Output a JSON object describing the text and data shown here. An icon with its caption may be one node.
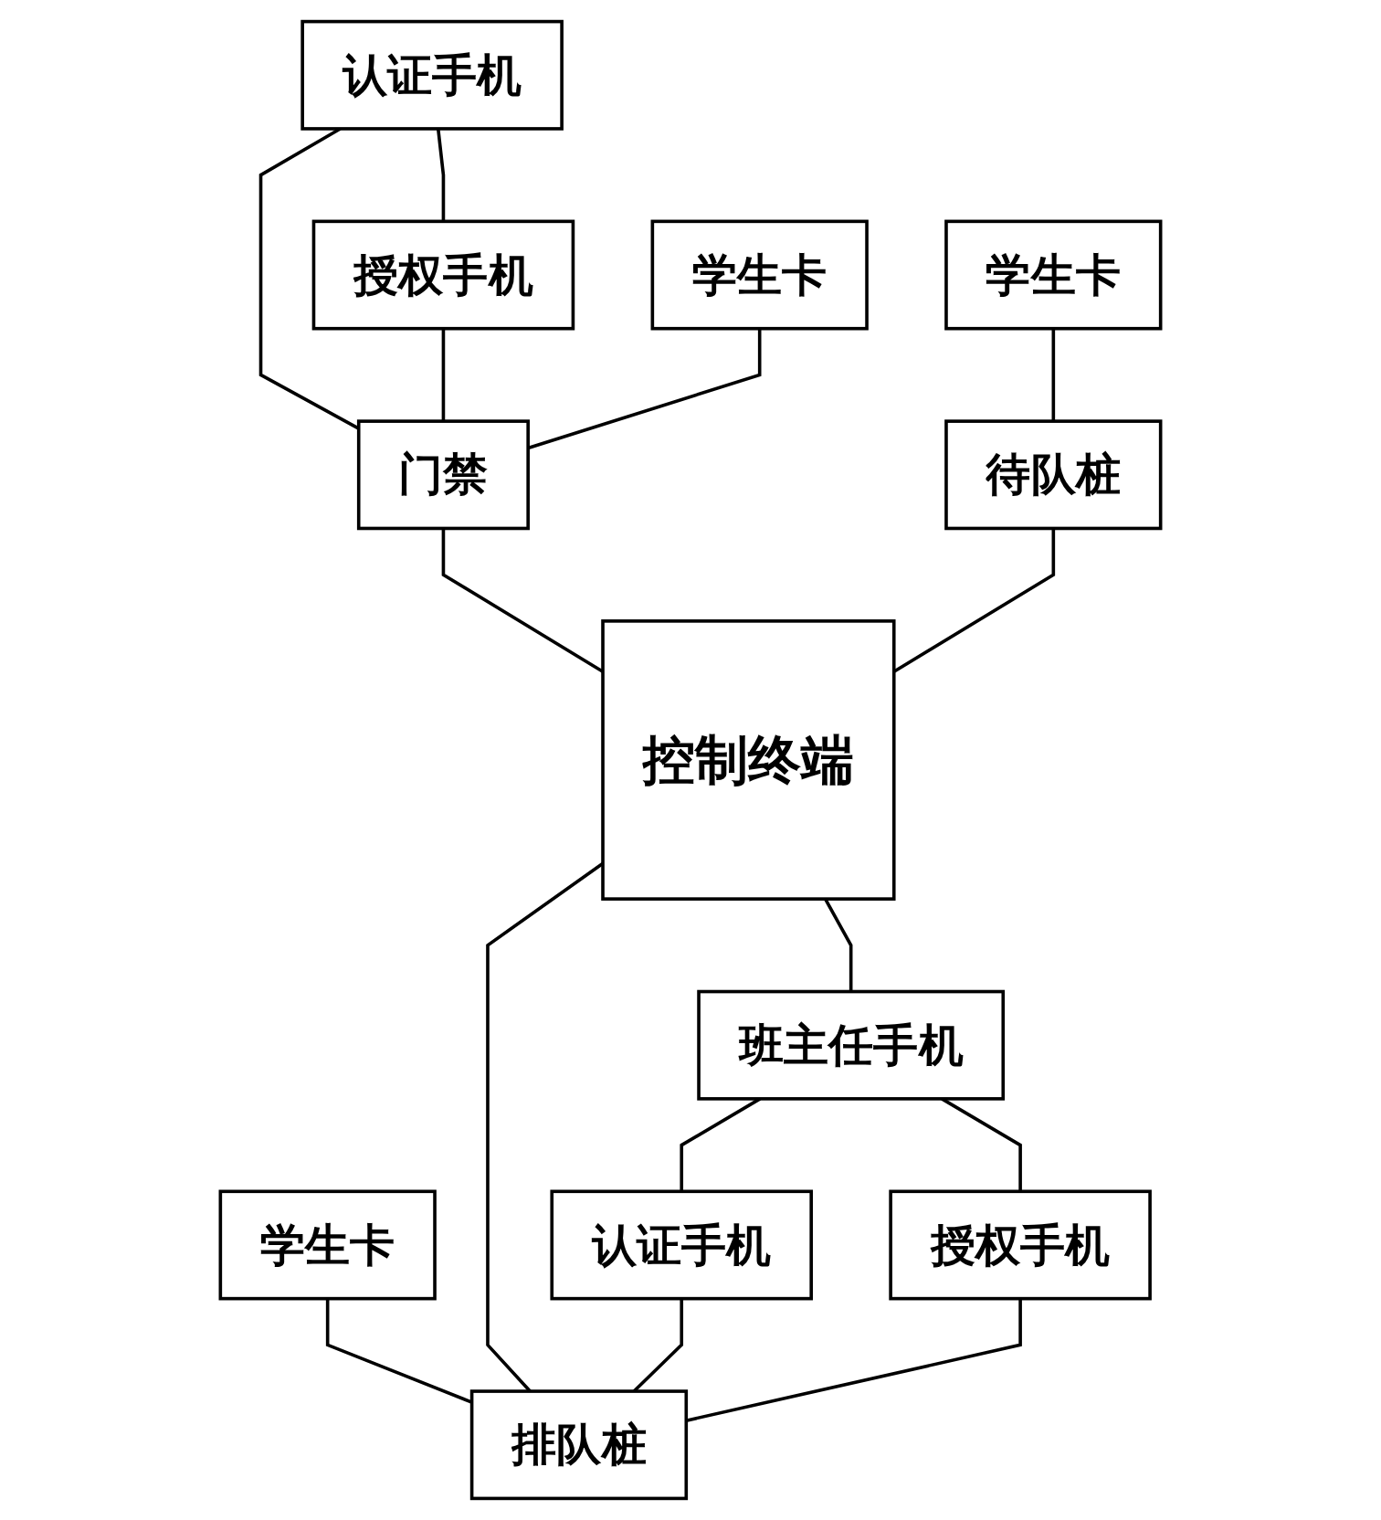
{
  "diagram": {
    "nodes": [
      {
        "text": [
          "认证手机"
        ]
      },
      {
        "text": [
          "授权手机"
        ]
      },
      {
        "text": [
          "学生卡"
        ]
      },
      {
        "text": [
          "门禁"
        ]
      },
      {
        "text": [
          "学生卡"
        ]
      },
      {
        "text": [
          "待队桩"
        ]
      },
      {
        "text": [
          "控制终端"
        ]
      },
      {
        "text": [
          "学生卡"
        ]
      },
      {
        "text": [
          "排队桩"
        ]
      },
      {
        "text": [
          "班主任手机"
        ]
      },
      {
        "text": [
          "认证手机"
        ]
      },
      {
        "text": [
          "授权手机"
        ]
      }
    ],
    "edges": [
      {
        "from": 0,
        "to": 1,
        "arrow": "none"
      },
      {
        "from": 0,
        "to": 3,
        "arrow": "none"
      },
      {
        "from": 1,
        "to": 3,
        "arrow": "none"
      },
      {
        "from": 2,
        "to": 3,
        "arrow": "none"
      },
      {
        "from": 3,
        "to": 6,
        "arrow": "none"
      },
      {
        "from": 4,
        "to": 5,
        "arrow": "none"
      },
      {
        "from": 5,
        "to": 6,
        "arrow": "none"
      },
      {
        "from": 7,
        "to": 8,
        "arrow": "none"
      },
      {
        "from": 6,
        "to": 8,
        "arrow": "none"
      },
      {
        "from": 6,
        "to": 9,
        "arrow": "none"
      },
      {
        "from": 9,
        "to": 10,
        "arrow": "none"
      },
      {
        "from": 9,
        "to": 11,
        "arrow": "none"
      },
      {
        "from": 10,
        "to": 8,
        "arrow": "none"
      },
      {
        "from": 11,
        "to": 8,
        "arrow": "none"
      }
    ]
  }
}
